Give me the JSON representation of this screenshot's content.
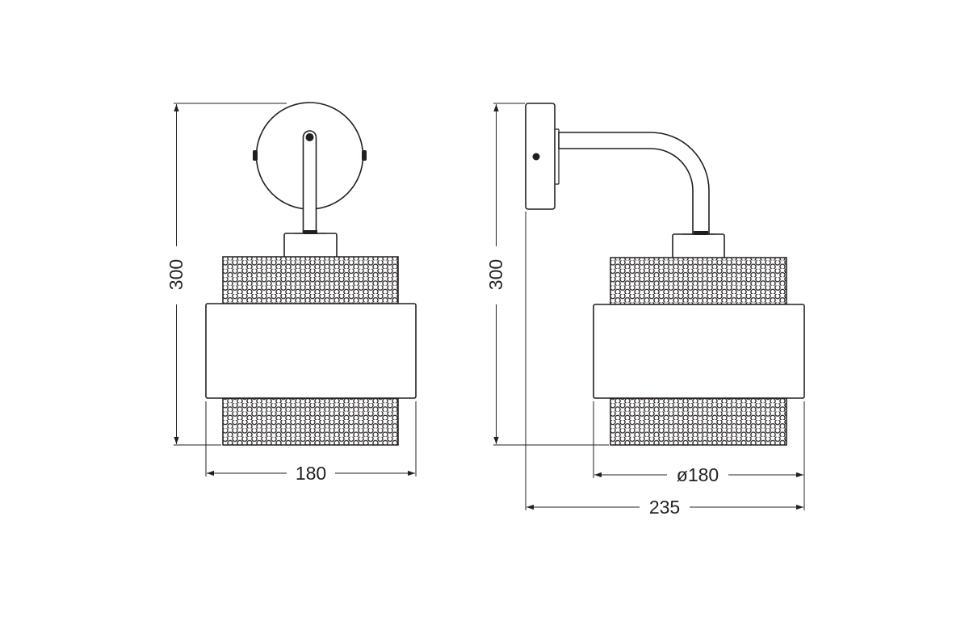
{
  "front_view": {
    "height_label": "300",
    "width_label": "180"
  },
  "side_view": {
    "height_label": "300",
    "diameter_label": "ø180",
    "depth_label": "235"
  },
  "colors": {
    "line": "#231f20",
    "background": "#ffffff"
  }
}
